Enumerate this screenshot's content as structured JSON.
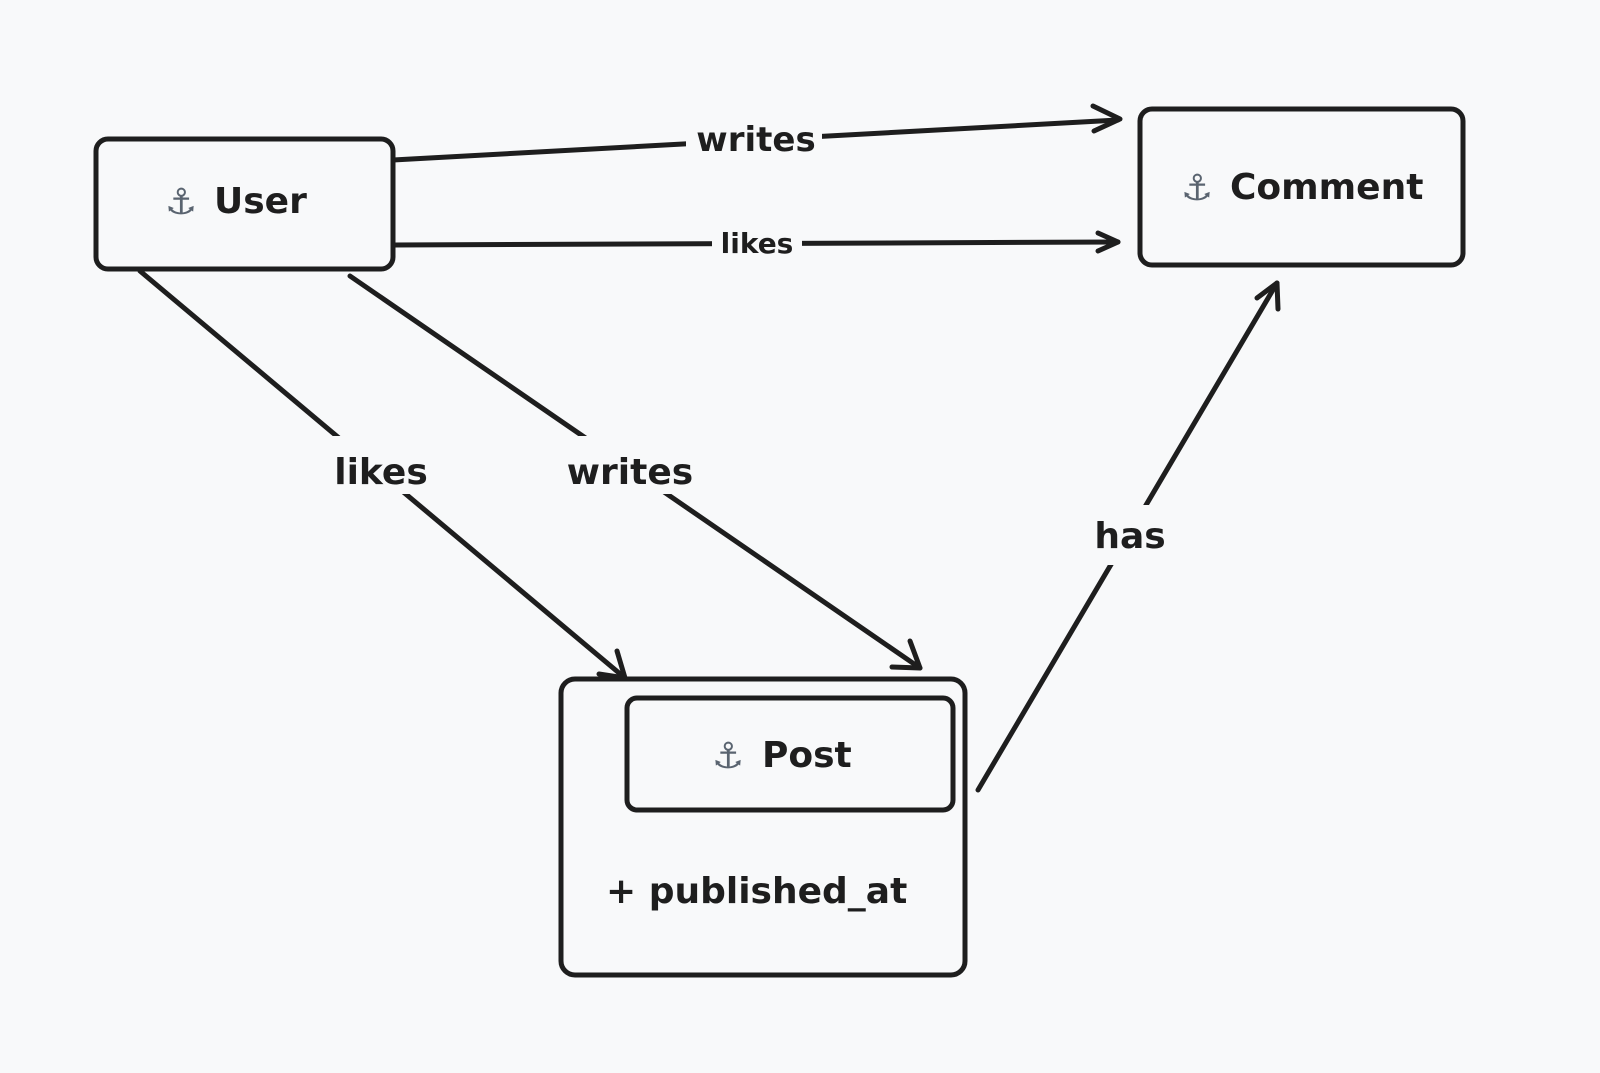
{
  "entities": {
    "user": {
      "icon": "anchor-icon",
      "glyph": "⚓",
      "name": "User"
    },
    "comment": {
      "icon": "anchor-icon",
      "glyph": "⚓",
      "name": "Comment"
    },
    "post": {
      "icon": "anchor-icon",
      "glyph": "⚓",
      "name": "Post",
      "attribute": "+ published_at"
    }
  },
  "relationships": {
    "user_writes_comment": "writes",
    "user_likes_comment": "likes",
    "user_likes_post": "likes",
    "user_writes_post": "writes",
    "post_has_comment": "has"
  },
  "colors": {
    "background": "#f8f9fa",
    "stroke": "#1e1e1e",
    "icon": "#5a6470"
  }
}
